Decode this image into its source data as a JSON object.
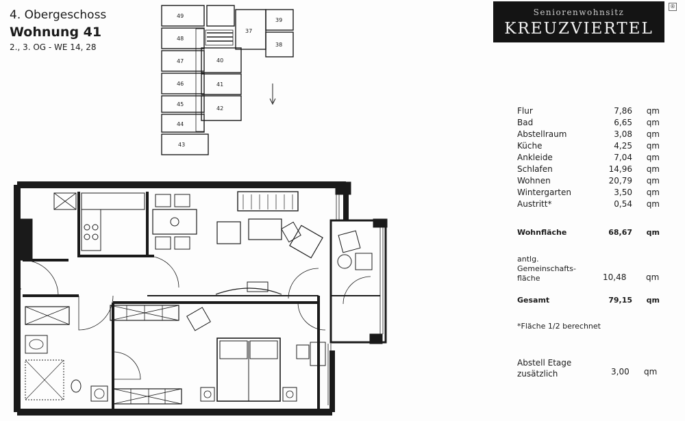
{
  "header": {
    "floor_label": "4. Obergeschoss",
    "apartment_label": "Wohnung 41",
    "sub_label": "2., 3. OG - WE 14, 28"
  },
  "brand": {
    "top": "Seniorenwohnsitz",
    "name": "KREUZVIERTEL"
  },
  "key_plan": {
    "units": [
      "49",
      "48",
      "47",
      "46",
      "45",
      "44",
      "43",
      "37",
      "39",
      "38",
      "40",
      "41",
      "42"
    ]
  },
  "areas": [
    {
      "name": "Flur",
      "value": "7,86",
      "unit": "qm"
    },
    {
      "name": "Bad",
      "value": "6,65",
      "unit": "qm"
    },
    {
      "name": "Abstellraum",
      "value": "3,08",
      "unit": "qm"
    },
    {
      "name": "Küche",
      "value": "4,25",
      "unit": "qm"
    },
    {
      "name": "Ankleide",
      "value": "7,04",
      "unit": "qm"
    },
    {
      "name": "Schlafen",
      "value": "14,96",
      "unit": "qm"
    },
    {
      "name": "Wohnen",
      "value": "20,79",
      "unit": "qm"
    },
    {
      "name": "Wintergarten",
      "value": "3,50",
      "unit": "qm"
    },
    {
      "name": "Austritt*",
      "value": "0,54",
      "unit": "qm"
    }
  ],
  "wohnflaeche": {
    "name": "Wohnfläche",
    "value": "68,67",
    "unit": "qm"
  },
  "gemeinschaft": {
    "line1": "antlg.",
    "line2": "Gemeinschafts-",
    "line3": "fläche",
    "value": "10,48",
    "unit": "qm"
  },
  "gesamt": {
    "name": "Gesamt",
    "value": "79,15",
    "unit": "qm"
  },
  "footnote": "*Fläche 1/2 berechnet",
  "abstell": {
    "line1": "Abstell Etage",
    "line2": "zusätzlich",
    "value": "3,00",
    "unit": "qm"
  },
  "colors": {
    "wall": "#1a1a1a",
    "brand_bg": "#141414",
    "paper": "#fdfdfd"
  }
}
